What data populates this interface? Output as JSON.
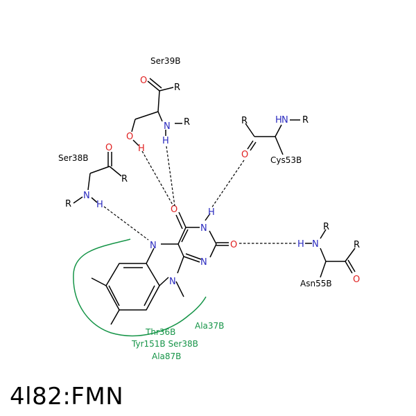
{
  "caption": "4l82:FMN",
  "atoms": {
    "N": "N",
    "O": "O",
    "H": "H",
    "R": "R"
  },
  "residues": {
    "ser39": "Ser39B",
    "ser38": "Ser38B",
    "cys53": "Cys53B",
    "asn55": "Asn55B"
  },
  "hydrophobic_residues": [
    "Ala37B",
    "Thr36B",
    "Tyr151B Ser38B",
    "Ala87B"
  ],
  "colors": {
    "nitrogen": "#2a2abf",
    "oxygen": "#e02020",
    "hydrophobic": "#159447",
    "bond": "#000000"
  }
}
